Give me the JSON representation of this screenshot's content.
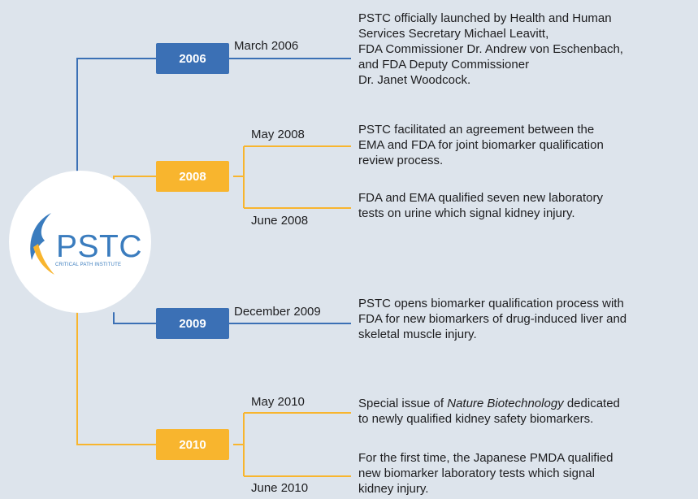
{
  "colors": {
    "blue": "#3b70b5",
    "gold": "#f8b52e",
    "background": "#dde4ec",
    "logo_blue": "#3a7cbe"
  },
  "logo": {
    "name": "PSTC",
    "subtitle": "CRITICAL PATH INSTITUTE"
  },
  "timeline": [
    {
      "year": "2006",
      "color": "blue",
      "events": [
        {
          "date": "March 2006",
          "description": [
            "PSTC officially launched by Health and Human",
            "Services Secretary Michael Leavitt,",
            "FDA Commissioner Dr. Andrew von Eschenbach,",
            "and FDA Deputy Commissioner",
            "Dr. Janet Woodcock."
          ]
        }
      ]
    },
    {
      "year": "2008",
      "color": "gold",
      "events": [
        {
          "date": "May 2008",
          "description": [
            "PSTC facilitated an agreement between the",
            "EMA and FDA for joint biomarker qualification",
            "review process."
          ]
        },
        {
          "date": "June 2008",
          "description": [
            "FDA and EMA qualified seven new laboratory",
            "tests on urine which signal kidney injury."
          ]
        }
      ]
    },
    {
      "year": "2009",
      "color": "blue",
      "events": [
        {
          "date": "December 2009",
          "description": [
            "PSTC opens biomarker qualification process with",
            "FDA for new biomarkers of drug-induced liver and",
            "skeletal muscle injury."
          ]
        }
      ]
    },
    {
      "year": "2010",
      "color": "gold",
      "events": [
        {
          "date": "May 2010",
          "description_prefix": "Special issue of ",
          "description_italic": "Nature Biotechnology",
          "description_suffix": " dedicated",
          "description": [
            "to newly qualified kidney safety biomarkers."
          ]
        },
        {
          "date": "June 2010",
          "description": [
            "For the first time, the Japanese PMDA qualified",
            "new biomarker laboratory tests which signal",
            "kidney injury."
          ]
        }
      ]
    }
  ]
}
